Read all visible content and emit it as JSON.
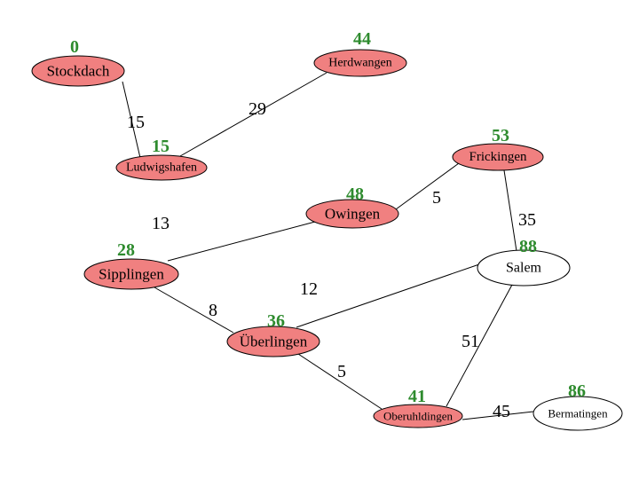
{
  "colors": {
    "visited_fill": "#f08080",
    "unvisited_fill": "#ffffff",
    "distance_label": "#2e8b2e",
    "stroke": "#000000"
  },
  "nodes": [
    {
      "id": "stockdach",
      "label": "Stockdach",
      "distance": "0",
      "visited": true
    },
    {
      "id": "herdwangen",
      "label": "Herdwangen",
      "distance": "44",
      "visited": true
    },
    {
      "id": "ludwigshafen",
      "label": "Ludwigshafen",
      "distance": "15",
      "visited": true
    },
    {
      "id": "frickingen",
      "label": "Frickingen",
      "distance": "53",
      "visited": true
    },
    {
      "id": "owingen",
      "label": "Owingen",
      "distance": "48",
      "visited": true
    },
    {
      "id": "sipplingen",
      "label": "Sipplingen",
      "distance": "28",
      "visited": true
    },
    {
      "id": "salem",
      "label": "Salem",
      "distance": "88",
      "visited": false
    },
    {
      "id": "ueberlingen",
      "label": "Überlingen",
      "distance": "36",
      "visited": true
    },
    {
      "id": "oberuhldingen",
      "label": "Oberuhldingen",
      "distance": "41",
      "visited": true
    },
    {
      "id": "bermatingen",
      "label": "Bermatingen",
      "distance": "86",
      "visited": false
    }
  ],
  "edges": [
    {
      "from": "stockdach",
      "to": "ludwigshafen",
      "weight": "15"
    },
    {
      "from": "ludwigshafen",
      "to": "herdwangen",
      "weight": "29"
    },
    {
      "from": "sipplingen",
      "to": "owingen",
      "weight": "13"
    },
    {
      "from": "owingen",
      "to": "frickingen",
      "weight": "5"
    },
    {
      "from": "frickingen",
      "to": "salem",
      "weight": "35"
    },
    {
      "from": "sipplingen",
      "to": "ueberlingen",
      "weight": "8"
    },
    {
      "from": "ueberlingen",
      "to": "salem",
      "weight": "12"
    },
    {
      "from": "salem",
      "to": "oberuhldingen",
      "weight": "51"
    },
    {
      "from": "ueberlingen",
      "to": "oberuhldingen",
      "weight": "5"
    },
    {
      "from": "oberuhldingen",
      "to": "bermatingen",
      "weight": "45"
    }
  ]
}
